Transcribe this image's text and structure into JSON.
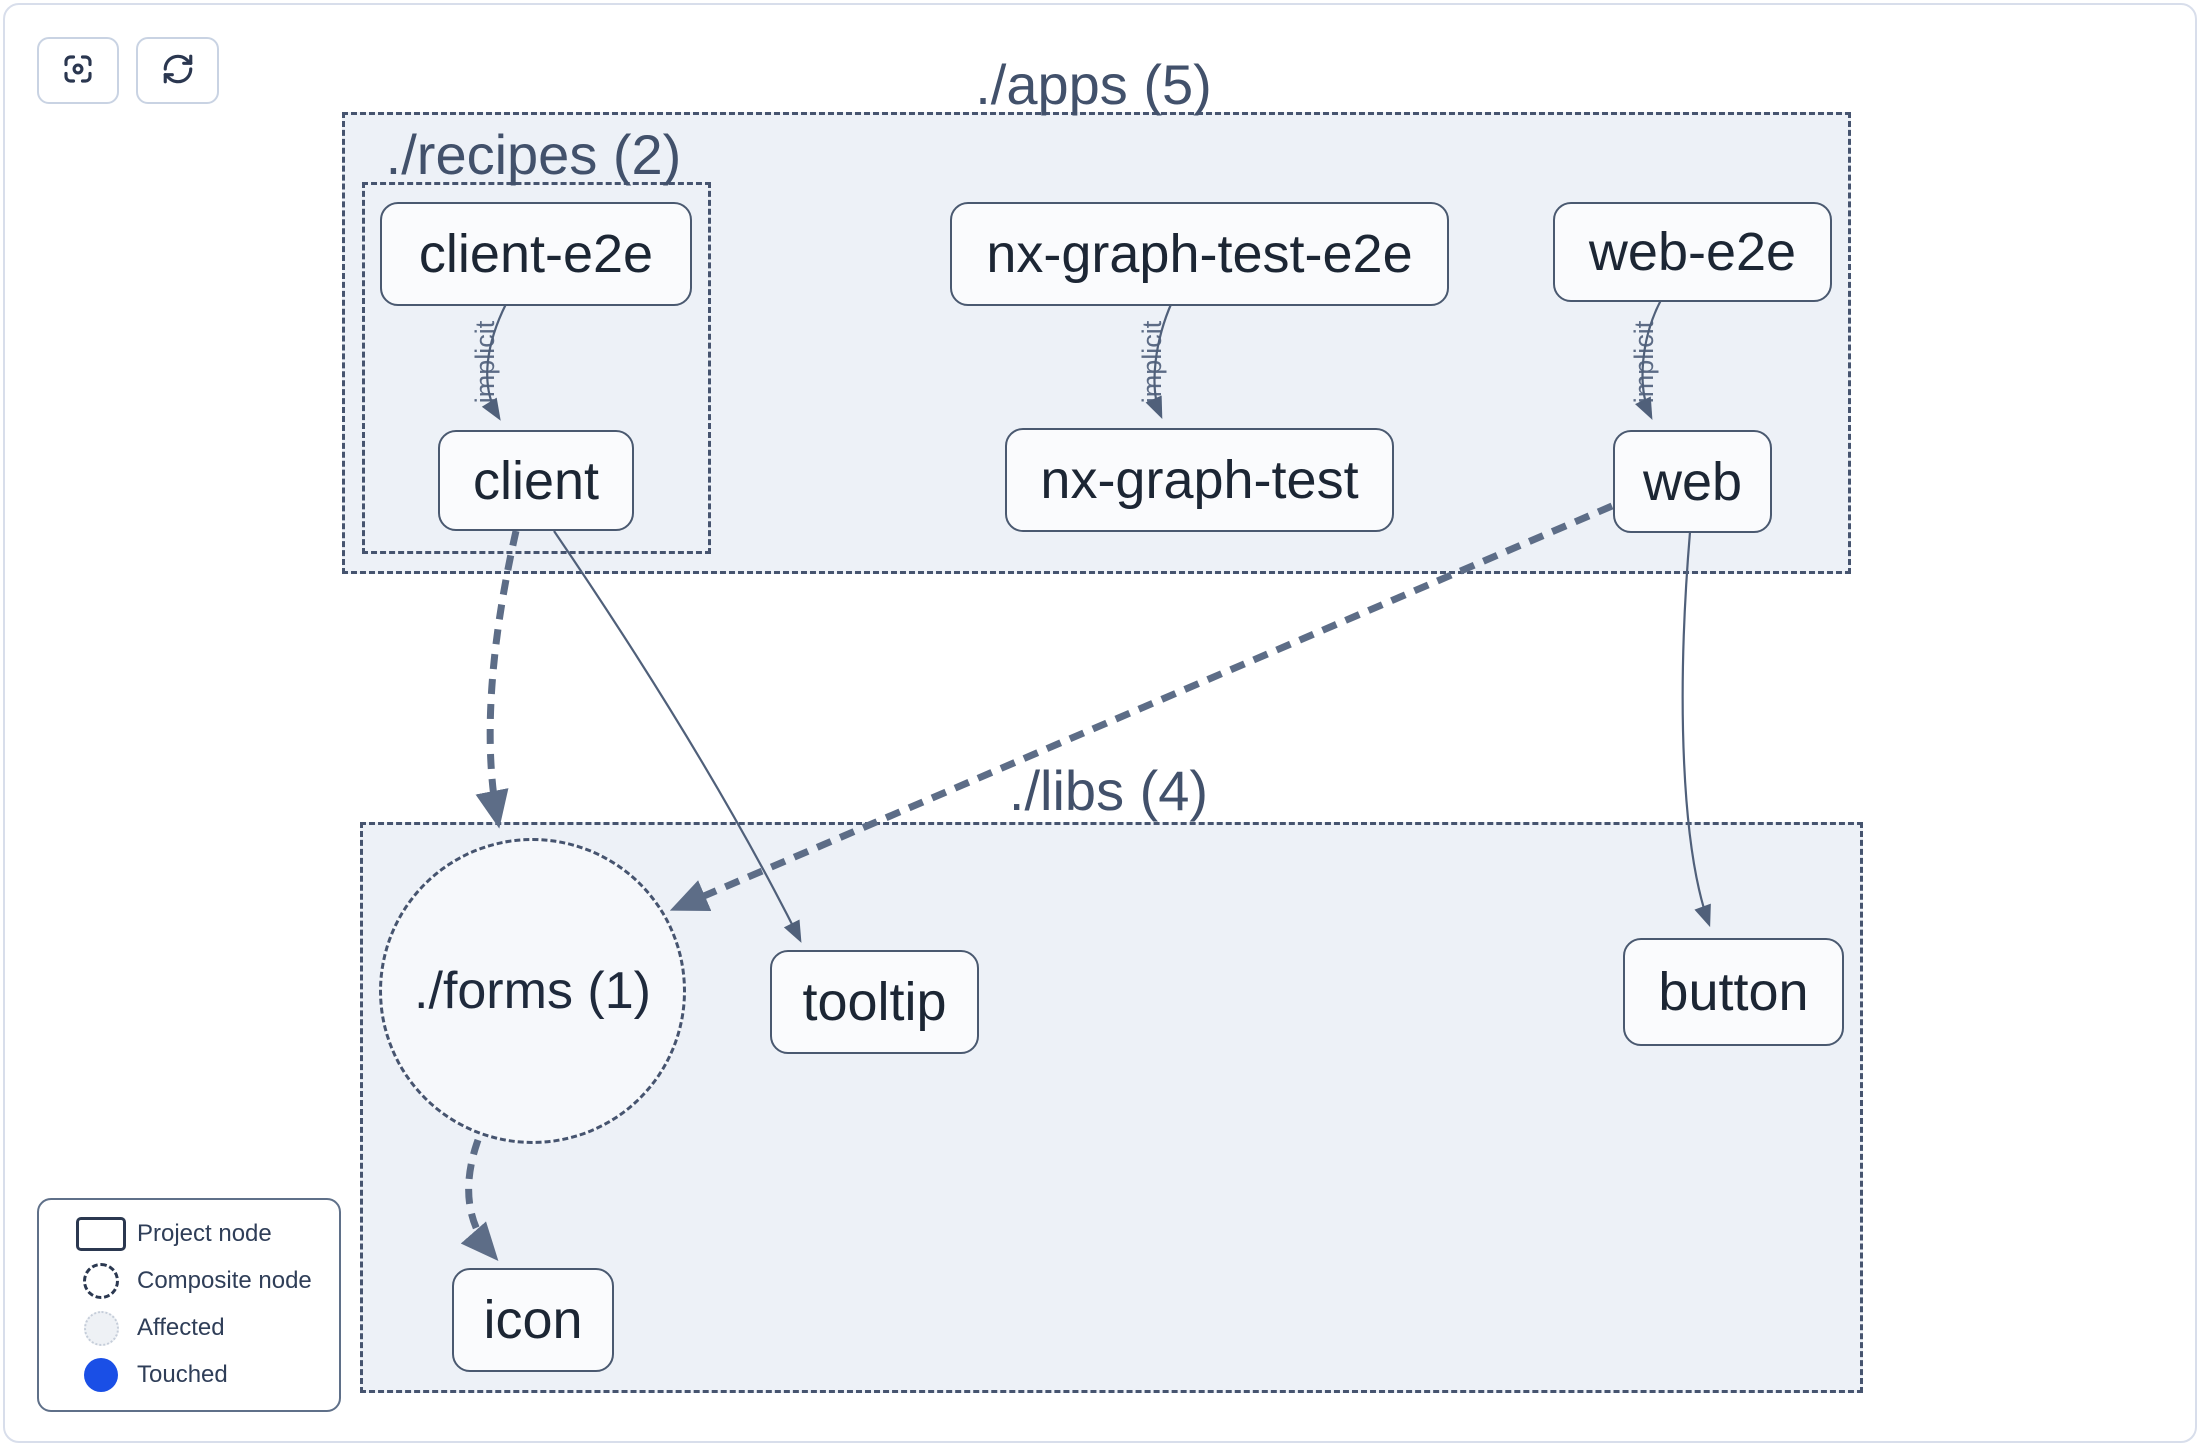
{
  "toolbar": {
    "buttons": [
      {
        "icon": "focus-icon",
        "title": "center graph"
      },
      {
        "icon": "refresh-icon",
        "title": "refresh graph"
      }
    ]
  },
  "graph": {
    "groups": [
      {
        "id": "apps",
        "label": "./apps (5)",
        "type": "directory"
      },
      {
        "id": "recipes",
        "label": "./recipes (2)",
        "type": "directory"
      },
      {
        "id": "libs",
        "label": "./libs (4)",
        "type": "directory"
      },
      {
        "id": "forms",
        "label": "./forms (1)",
        "type": "composite-node"
      }
    ],
    "nodes": [
      {
        "label": "client-e2e"
      },
      {
        "label": "client"
      },
      {
        "label": "nx-graph-test-e2e"
      },
      {
        "label": "nx-graph-test"
      },
      {
        "label": "web-e2e"
      },
      {
        "label": "web"
      },
      {
        "label": "tooltip"
      },
      {
        "label": "button"
      },
      {
        "label": "icon"
      }
    ],
    "edges": [
      {
        "from": "client-e2e",
        "to": "client",
        "style": "thin",
        "label": "implicit"
      },
      {
        "from": "nx-graph-test-e2e",
        "to": "nx-graph-test",
        "style": "thin",
        "label": "implicit"
      },
      {
        "from": "web-e2e",
        "to": "web",
        "style": "thin",
        "label": "implicit"
      },
      {
        "from": "client",
        "to": "./forms (1)",
        "style": "thick-dashed",
        "label": ""
      },
      {
        "from": "client",
        "to": "tooltip",
        "style": "thin",
        "label": ""
      },
      {
        "from": "web",
        "to": "./forms (1)",
        "style": "thick-dashed",
        "label": ""
      },
      {
        "from": "web",
        "to": "button",
        "style": "thin",
        "label": ""
      },
      {
        "from": "./forms (1)",
        "to": "icon",
        "style": "thick-dashed",
        "label": ""
      }
    ]
  },
  "legend": {
    "items": [
      {
        "swatch": "project-node-swatch",
        "label": "Project node"
      },
      {
        "swatch": "composite-node-swatch",
        "label": "Composite node"
      },
      {
        "swatch": "affected-swatch",
        "label": "Affected"
      },
      {
        "swatch": "touched-swatch",
        "label": "Touched"
      }
    ]
  },
  "colors": {
    "container_fill": "#edf1f7",
    "dashed_border": "#46546f",
    "node_border": "#4a5970",
    "node_text": "#1c2634",
    "edge": "#5d6d87",
    "touched_blue": "#1a4fe6"
  }
}
